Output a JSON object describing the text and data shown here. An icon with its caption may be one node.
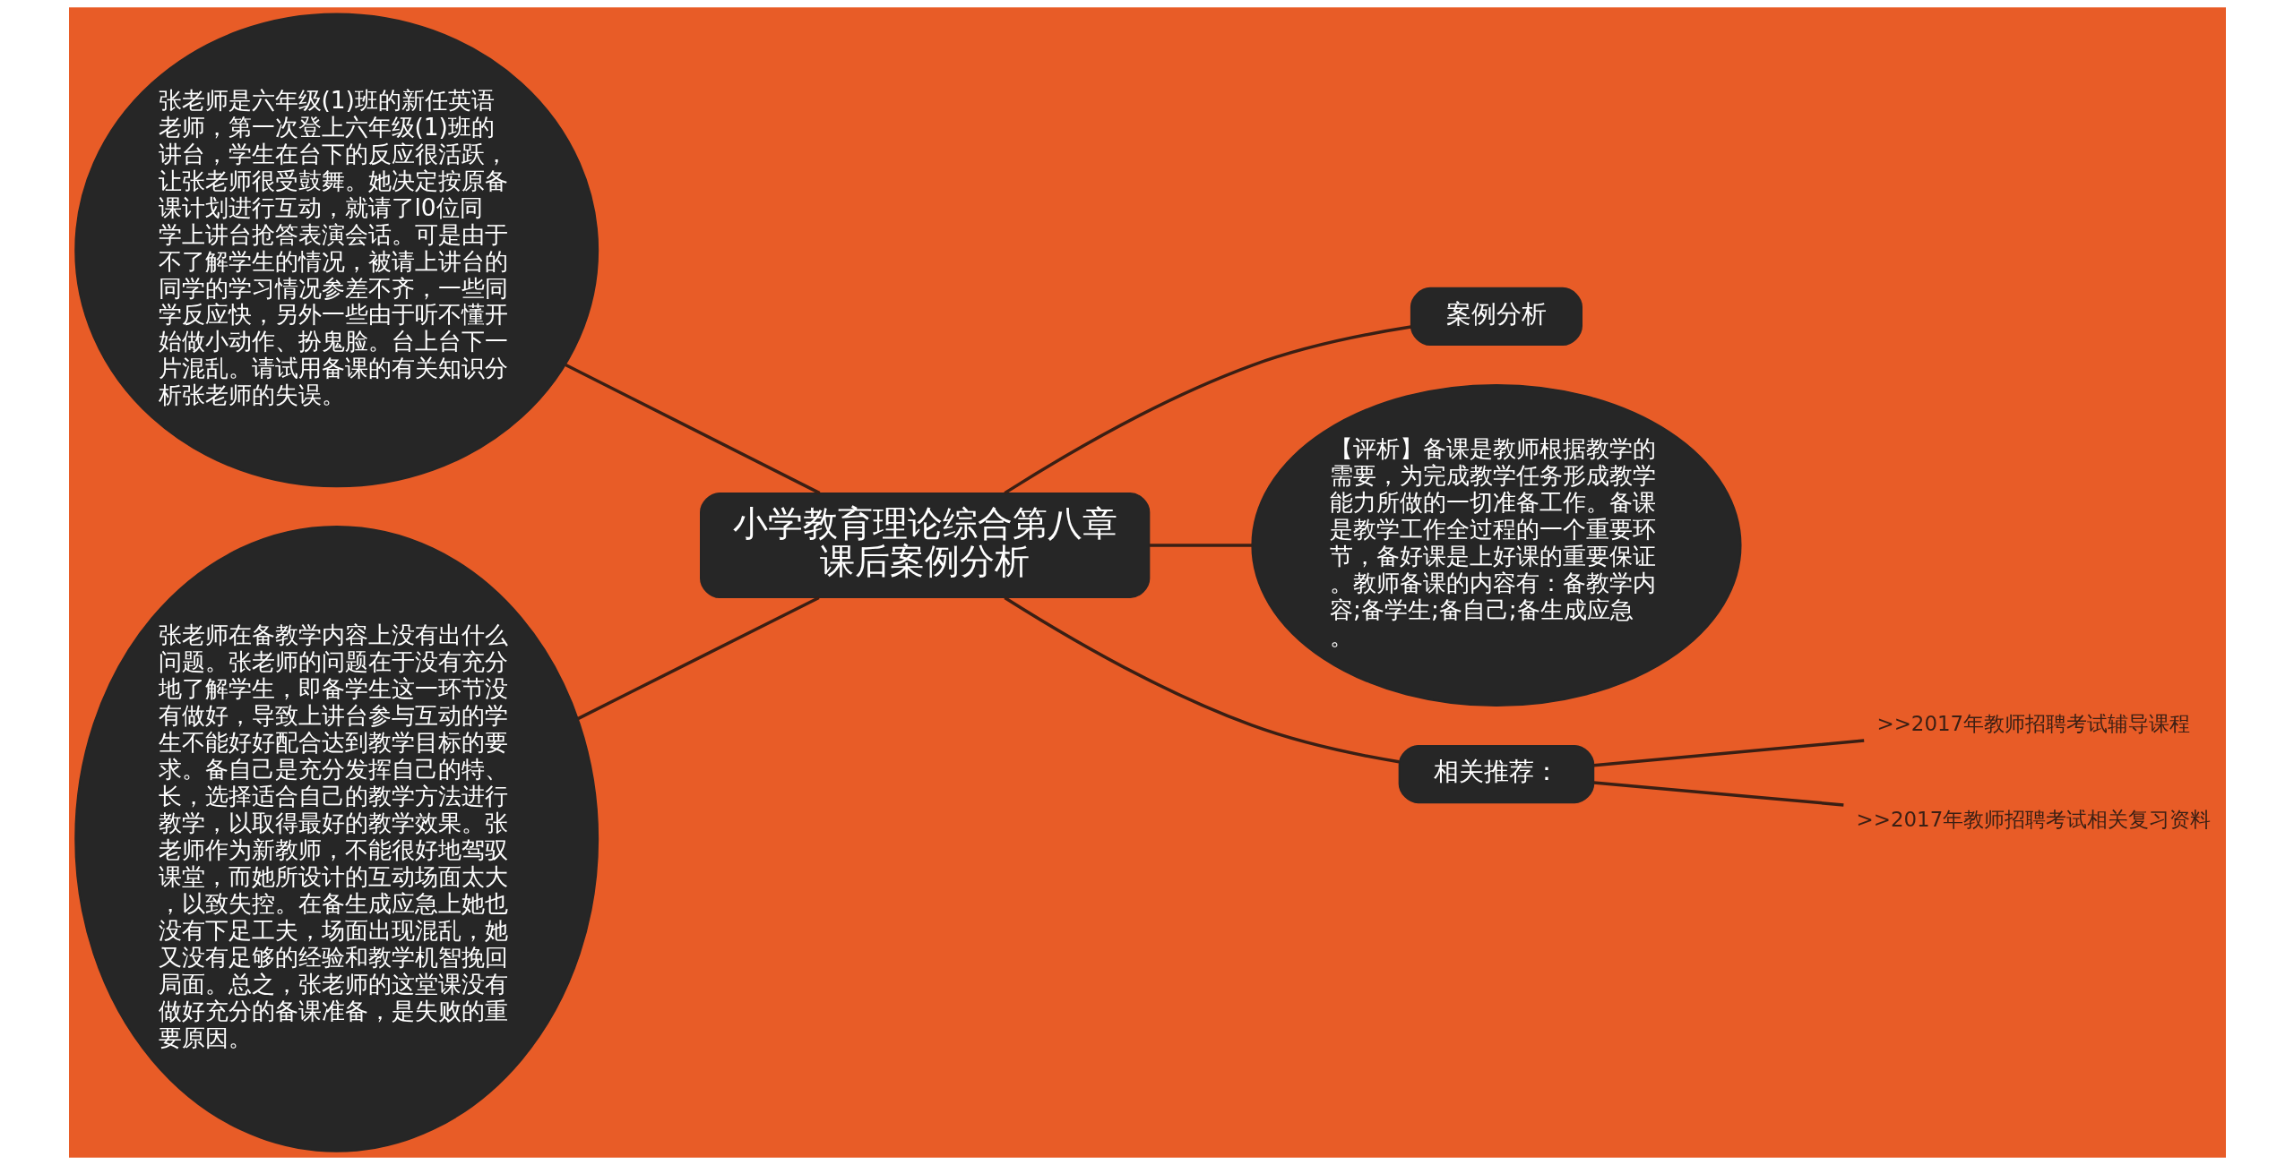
{
  "diagram": {
    "nodes": [
      {
        "text": [
          "小学教育理论综合第八章课后案例分析"
        ]
      },
      {
        "text": [
          "张老师是六年级(1)班的新任英语老师，第一次登上六年级(1)班的讲台，学生在台下的反应很活跃，让张老师很受鼓舞。她决定按原备课计划进行互动，就请了l0位同学上讲台抢答表演会话。可是由于不了解学生的情况，被请上讲台的同学的学习情况参差不齐，一些同学反应快，另外一些由于听不懂开始做小动作、扮鬼脸。台上台下一片混乱。请试用备课的有关知识分析张老师的失误。"
        ]
      },
      {
        "text": [
          "张老师在备教学内容上没有出什么问题。张老师的问题在于没有充分地了解学生，即备学生这一环节没有做好，导致上讲台参与互动的学生不能好好配合达到教学目标的要求。备自己是充分发挥自己的特、长，选择适合自己的教学方法进行教学，以取得最好的教学效果。张老师作为新教师，不能很好地驾驭课堂，而她所设计的互动场面太大，以致失控。在备生成应急上她也没有下足工夫，场面出现混乱，她又没有足够的经验和教学机智挽回局面。总之，张老师的这堂课没有做好充分的备课准备，是失败的重要原因。"
        ]
      },
      {
        "text": [
          "案例分析"
        ]
      },
      {
        "text": [
          "【评析】备课是教师根据教学的需要，为完成教学任务形成教学能力所做的一切准备工作。备课是教学工作全过程的一个重要环节，备好课是上好课的重要保证。教师备课的内容有：备教学内容;备学生;备自己;备生成应急。"
        ]
      },
      {
        "text": [
          "相关推荐："
        ]
      },
      {
        "text": [
          ">>2017年教师招聘考试辅导课程"
        ]
      },
      {
        "text": [
          ">>2017年教师招聘考试相关复习资料"
        ]
      }
    ],
    "edges": [
      {
        "from": 1,
        "to": 0,
        "arrow": "none"
      },
      {
        "from": 2,
        "to": 0,
        "arrow": "none"
      },
      {
        "from": 0,
        "to": 3,
        "arrow": "none"
      },
      {
        "from": 0,
        "to": 4,
        "arrow": "none"
      },
      {
        "from": 0,
        "to": 5,
        "arrow": "none"
      },
      {
        "from": 5,
        "to": 6,
        "arrow": "none"
      },
      {
        "from": 5,
        "to": 7,
        "arrow": "none"
      }
    ]
  }
}
